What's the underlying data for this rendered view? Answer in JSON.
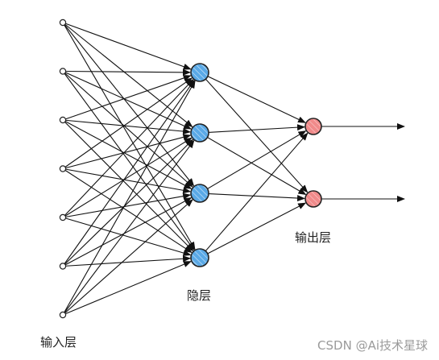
{
  "labels": {
    "input_layer": "输入层",
    "hidden_layer": "隐层",
    "output_layer": "输出层"
  },
  "watermark": "CSDN @Ai技术星球",
  "colors": {
    "hidden_fill": "#5aa9e6",
    "output_fill": "#f08a8a",
    "edge": "#111111",
    "input_fill": "#ffffff"
  },
  "network": {
    "input_nodes": 7,
    "hidden_nodes": 4,
    "output_nodes": 2,
    "fully_connected": true,
    "output_arrows": true
  }
}
